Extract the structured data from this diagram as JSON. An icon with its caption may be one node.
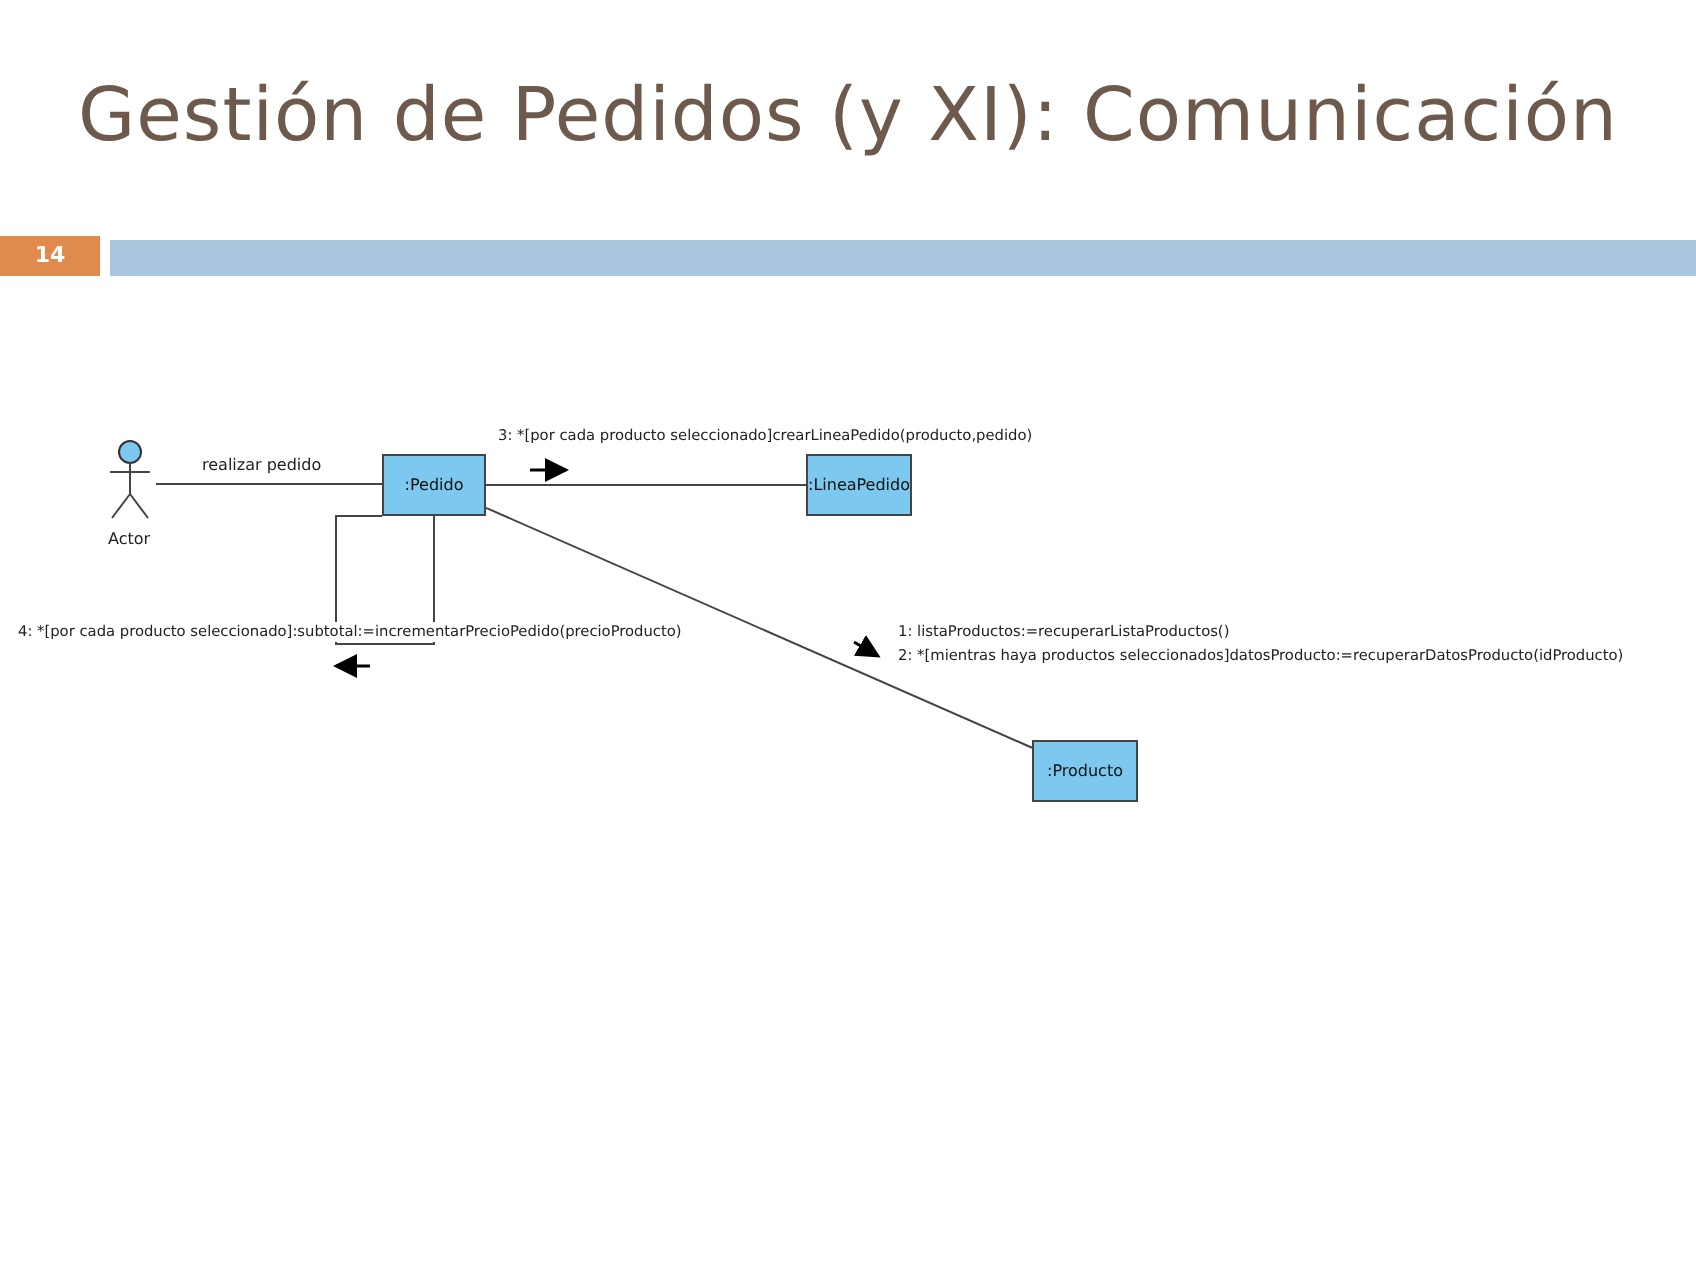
{
  "diagram": {
    "title": "Gestión de Pedidos (y XI): Comunicación",
    "nodes": [
      {
        "text": [
          "Actor"
        ]
      },
      {
        "text": [
          ":Pedido"
        ]
      },
      {
        "text": [
          ":LineaPedido"
        ]
      },
      {
        "text": [
          ":Producto"
        ]
      }
    ],
    "edges": [
      {
        "from": 0,
        "to": 1,
        "arrow": "none",
        "label": "realizar pedido"
      },
      {
        "from": 1,
        "to": 2,
        "arrow": "none",
        "label": "3: *[por cada producto seleccionado]crearLineaPedido(producto,pedido)"
      },
      {
        "from": 1,
        "to": 1,
        "arrow": "none",
        "label": "4: *[por cada producto seleccionado]:subtotal:=incrementarPrecioPedido(precioProducto)"
      },
      {
        "from": 1,
        "to": 3,
        "arrow": "none",
        "label": "1: listaProductos:=recuperarListaProductos()"
      }
    ],
    "labels": [
      "14",
      "2: *[mientras haya productos seleccionados]datosProducto:=recuperarDatosProducto(idProducto)"
    ]
  }
}
